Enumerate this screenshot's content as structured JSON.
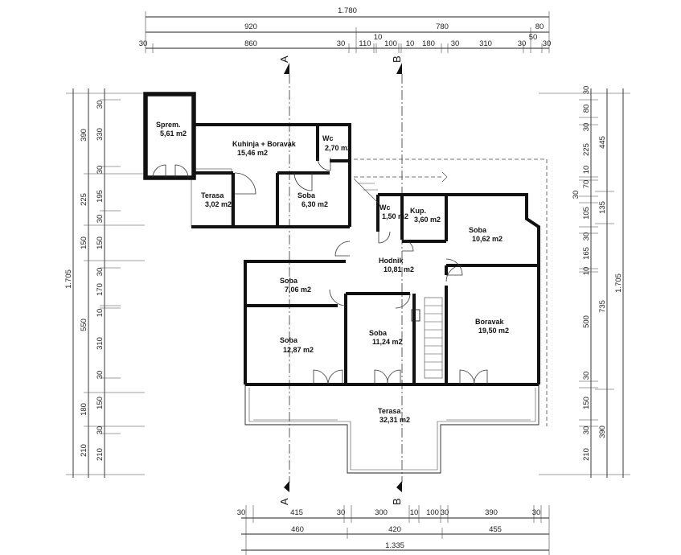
{
  "dimensions": {
    "top_total": "1.780",
    "top_mid": [
      "920",
      "780",
      "80"
    ],
    "top_small": [
      "30",
      "860",
      "30",
      "110",
      "10",
      "100",
      "10",
      "180",
      "30",
      "310",
      "30",
      "50",
      "30"
    ],
    "bottom_small": [
      "30",
      "415",
      "30",
      "300",
      "10",
      "100",
      "30",
      "390",
      "30"
    ],
    "bottom_mid": [
      "460",
      "420",
      "455"
    ],
    "bottom_total": "1.335",
    "left_total": "1.705",
    "left_mid": [
      "390",
      "225",
      "150",
      "550",
      "180",
      "210"
    ],
    "left_small": [
      "30",
      "330",
      "30",
      "195",
      "30",
      "150",
      "30",
      "170",
      "10",
      "310",
      "30",
      "150",
      "30",
      "210"
    ],
    "right_total": "1.705",
    "right_mid": [
      "445",
      "135",
      "735",
      "390"
    ],
    "right_small": [
      "30",
      "80",
      "30",
      "225",
      "10",
      "70",
      "30",
      "105",
      "30",
      "165",
      "10",
      "500",
      "30",
      "150",
      "30",
      "210"
    ]
  },
  "sections": {
    "a": "A",
    "b": "B"
  },
  "rooms": [
    {
      "name": "Sprem.",
      "area": "5,61 m2"
    },
    {
      "name": "Kuhinja + Boravak",
      "area": "15,46 m2"
    },
    {
      "name": "Wc",
      "area": "2,70 m2"
    },
    {
      "name": "Terasa",
      "area": "3,02 m2"
    },
    {
      "name": "Soba",
      "area": "6,30 m2"
    },
    {
      "name": "Wc",
      "area": "1,50 m2"
    },
    {
      "name": "Kup.",
      "area": "3,60 m2"
    },
    {
      "name": "Soba",
      "area": "10,62 m2"
    },
    {
      "name": "Hodnik",
      "area": "10,81 m2"
    },
    {
      "name": "Soba",
      "area": "7,06 m2"
    },
    {
      "name": "Boravak",
      "area": "19,50 m2"
    },
    {
      "name": "Soba",
      "area": "12,87 m2"
    },
    {
      "name": "Soba",
      "area": "11,24 m2"
    },
    {
      "name": "Terasa",
      "area": "32,31 m2"
    }
  ]
}
